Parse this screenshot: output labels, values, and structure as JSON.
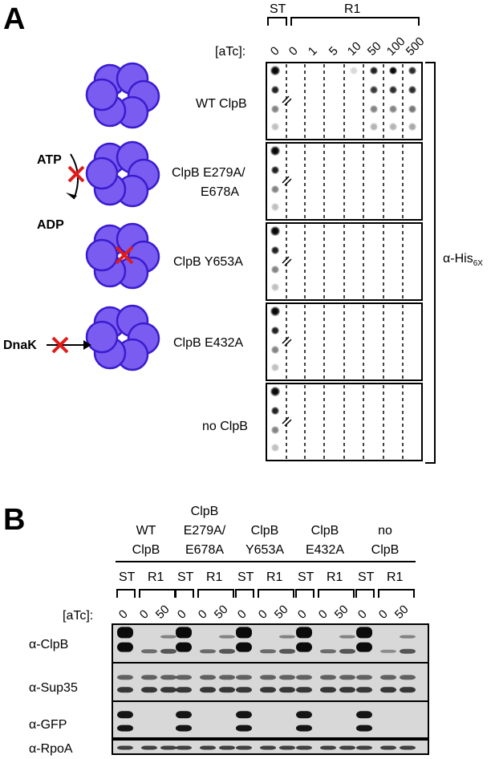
{
  "panel_a": {
    "letter": "A",
    "header": {
      "st": "ST",
      "r1": "R1",
      "atc_label": "[aTc]:",
      "concentrations": [
        "0",
        "0",
        "1",
        "5",
        "10",
        "50",
        "100",
        "500"
      ]
    },
    "antibody_prefix": "α-His",
    "antibody_sub": "6X",
    "strains": [
      {
        "label_lines": [
          "WT ClpB"
        ]
      },
      {
        "label_lines": [
          "ClpB E279A/",
          "E678A"
        ]
      },
      {
        "label_lines": [
          "ClpB Y653A"
        ]
      },
      {
        "label_lines": [
          "ClpB E432A"
        ]
      },
      {
        "label_lines": [
          "no ClpB"
        ]
      }
    ],
    "icon_labels": {
      "atp": "ATP",
      "adp": "ADP",
      "dnak": "DnaK"
    },
    "colors": {
      "hexamer": "#7b5cf0",
      "hexamer_edge": "#3a1ccf",
      "cross": "#e01b1b"
    }
  },
  "panel_b": {
    "letter": "B",
    "groups": [
      {
        "lines": [
          "WT",
          "ClpB"
        ]
      },
      {
        "lines": [
          "ClpB",
          "E279A/",
          "E678A"
        ]
      },
      {
        "lines": [
          "ClpB",
          "Y653A"
        ]
      },
      {
        "lines": [
          "ClpB",
          "E432A"
        ]
      },
      {
        "lines": [
          "no",
          "ClpB"
        ]
      }
    ],
    "st": "ST",
    "r1": "R1",
    "atc_label": "[aTc]:",
    "concentrations": [
      "0",
      "0",
      "50"
    ],
    "blots": [
      {
        "label": "α-ClpB"
      },
      {
        "label": "α-Sup35"
      },
      {
        "label": "α-GFP"
      },
      {
        "label": "α-RpoA"
      }
    ]
  }
}
